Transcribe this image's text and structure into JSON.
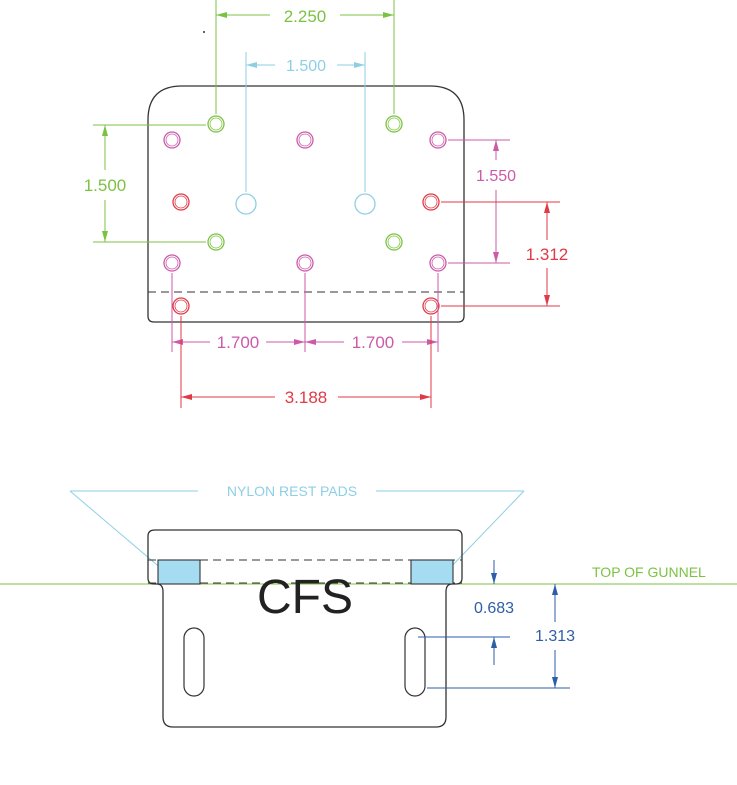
{
  "colors": {
    "green": "#7cc242",
    "cyan": "#8ecfe6",
    "magenta": "#cc5aa8",
    "red": "#e03a46",
    "blue": "#2f5ea8",
    "outline": "#333333",
    "pad": "#a6dcf2"
  },
  "top_view": {
    "dim_green_horizontal": "2.250",
    "dim_cyan": "1.500",
    "dim_green_vertical": "1.500",
    "dim_magenta_vertical": "1.550",
    "dim_red_vertical": "1.312",
    "dim_magenta_left": "1.700",
    "dim_magenta_right": "1.700",
    "dim_red_horizontal": "3.188"
  },
  "side_view": {
    "nylon_label": "NYLON REST PADS",
    "gunnel_label": "TOP OF GUNNEL",
    "logo": "CFS",
    "dim_small": "0.683",
    "dim_large": "1.313"
  }
}
